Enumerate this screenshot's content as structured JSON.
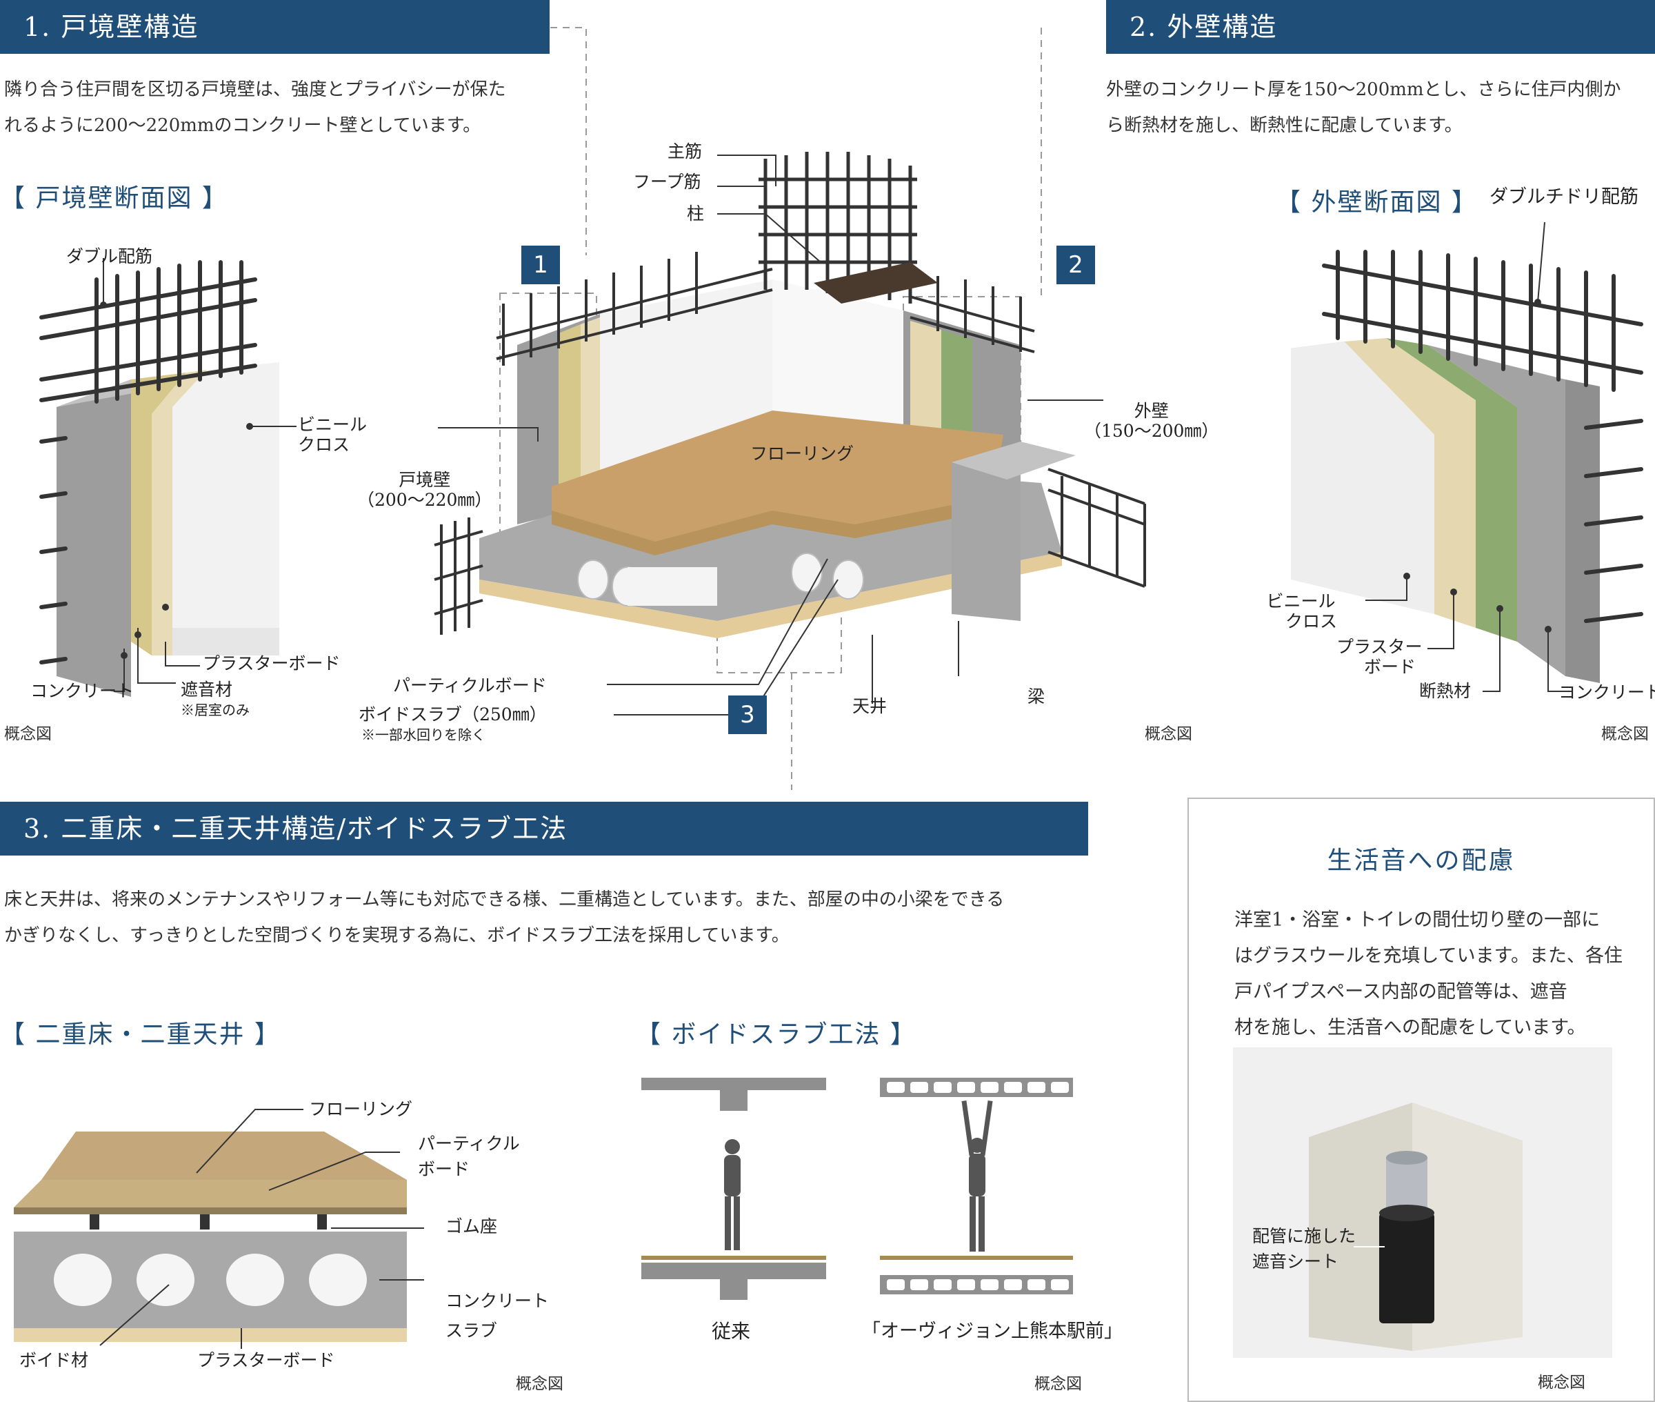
{
  "colors": {
    "navy": "#1f4e79",
    "concrete": "#a7a7a7",
    "insulation_yellow": "#d6c78a",
    "board_beige": "#e8dcb8",
    "insulation_green": "#8daa70",
    "floor_wood": "#c9a06a"
  },
  "section1": {
    "title": "1. 戸境壁構造",
    "desc_line1": "隣り合う住戸間を区切る戸境壁は、強度とプライバシーが保た",
    "desc_line2": "れるように200～220mmのコンクリート壁としています。",
    "subtitle": "【 戸境壁断面図 】",
    "labels": {
      "double_rebar": "ダブル配筋",
      "vinyl_cloth_1": "ビニール",
      "vinyl_cloth_2": "クロス",
      "plasterboard": "プラスターボード",
      "concrete": "コンクリート",
      "sound_insulation": "遮音材",
      "bedroom_only": "※居室のみ"
    },
    "concept": "概念図"
  },
  "section2": {
    "title": "2. 外壁構造",
    "desc_line1": "外壁のコンクリート厚を150～200mmとし、さらに住戸内側か",
    "desc_line2": "ら断熱材を施し、断熱性に配慮しています。",
    "subtitle": "【 外壁断面図 】",
    "labels": {
      "double_zigzag": "ダブルチドリ配筋",
      "vinyl_1": "ビニール",
      "vinyl_2": "クロス",
      "plaster_1": "プラスター",
      "plaster_2": "ボード",
      "insulation": "断熱材",
      "concrete": "コンクリート"
    },
    "concept": "概念図"
  },
  "center": {
    "badges": [
      "1",
      "2",
      "3"
    ],
    "labels": {
      "main_rebar": "主筋",
      "hoop_rebar": "フープ筋",
      "column": "柱",
      "party_wall": "戸境壁",
      "party_wall_dim": "（200～220㎜）",
      "flooring": "フローリング",
      "exterior_wall": "外壁",
      "exterior_dim": "（150～200㎜）",
      "particle_board": "パーティクルボード",
      "void_slab": "ボイドスラブ（250㎜）",
      "void_note": "※一部水回りを除く",
      "ceiling": "天井",
      "beam": "梁"
    },
    "concept": "概念図"
  },
  "section3": {
    "title": "3. 二重床・二重天井構造/ボイドスラブ工法",
    "desc_line1": "床と天井は、将来のメンテナンスやリフォーム等にも対応できる様、二重構造としています。また、部屋の中の小梁をできる",
    "desc_line2": "かぎりなくし、すっきりとした空間づくりを実現する為に、ボイドスラブ工法を採用しています。",
    "sub_left": "【 二重床・二重天井 】",
    "sub_right": "【 ボイドスラブ工法 】",
    "labels": {
      "flooring": "フローリング",
      "particle_1": "パーティクル",
      "particle_2": "ボード",
      "rubber": "ゴム座",
      "concrete_1": "コンクリート",
      "concrete_2": "スラブ",
      "void_material": "ボイド材",
      "plasterboard": "プラスターボード",
      "conventional": "従来",
      "this_property": "「オーヴィジョン上熊本駅前」"
    },
    "concept_left": "概念図",
    "concept_right": "概念図"
  },
  "sound": {
    "title": "生活音への配慮",
    "lines": [
      "洋室1・浴室・トイレの間仕切り壁の一部に",
      "はグラスウールを充填しています。また、各住",
      "戸パイプスペース内部の配管等は、遮音",
      "材を施し、生活音への配慮をしています。"
    ],
    "pipe_label_1": "配管に施した",
    "pipe_label_2": "遮音シート",
    "concept": "概念図"
  }
}
